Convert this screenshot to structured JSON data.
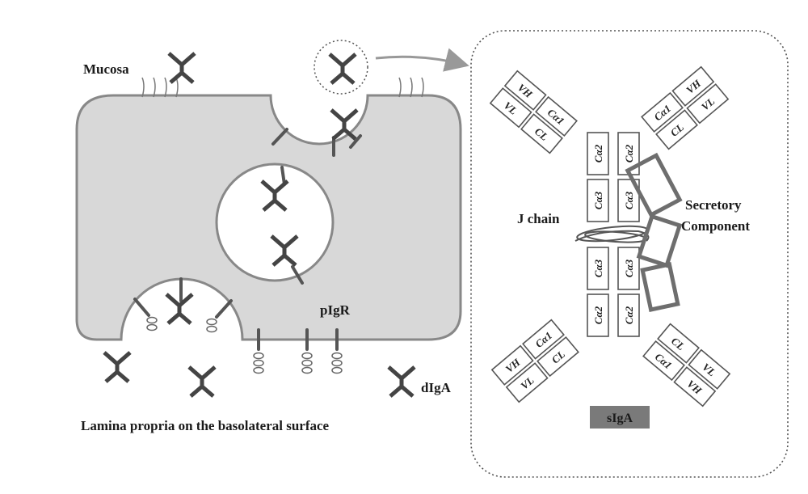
{
  "left_panel": {
    "mucosa": "Mucosa",
    "pigr": "pIgR",
    "digA": "dIgA",
    "lamina": "Lamina propria on the basolateral surface"
  },
  "right_panel": {
    "j_chain": "J chain",
    "secretory_1": "Secretory",
    "secretory_2": "Component",
    "siga": "sIgA",
    "domains": {
      "vh": "VH",
      "vl": "VL",
      "cl": "CL",
      "ca1": "Cα1",
      "ca2": "Cα2",
      "ca3": "Cα3"
    }
  },
  "colors": {
    "cell_fill": "#d8d8d8",
    "outline": "#888888",
    "component": "#6e6e6e",
    "siga_box": "#7a7a7a"
  }
}
